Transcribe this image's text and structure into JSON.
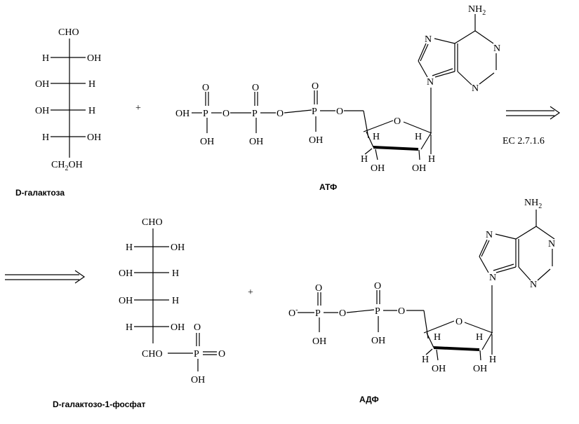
{
  "labels": {
    "galactose": "D-галактоза",
    "atp": "АТФ",
    "enzyme": "EC 2.7.1.6",
    "galactose_1_phosphate": "D-галактозо-1-фосфат",
    "adp": "АДФ",
    "plus": "+"
  },
  "atoms": {
    "cho": "CHO",
    "h": "H",
    "oh": "OH",
    "ch2oh_ch": "CH",
    "ch2oh_2": "2",
    "ch2oh_oh": "OH",
    "o": "O",
    "p": "P",
    "n": "N",
    "nh": "NH",
    "nh_2": "2",
    "o_minus": "-"
  }
}
